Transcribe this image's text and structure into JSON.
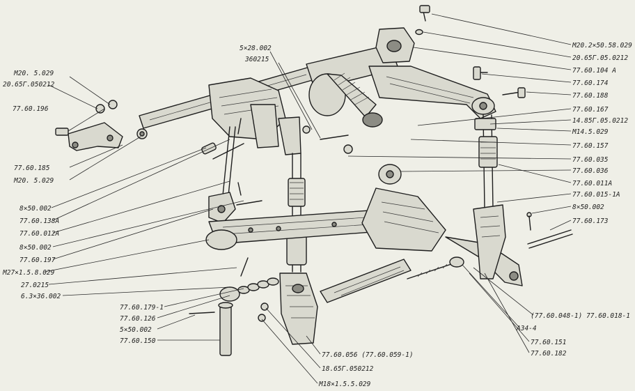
{
  "colors": {
    "background": "#efefe7",
    "ink": "#1e1e1e",
    "shade": "#8c8c84",
    "fill": "#d9d9cf"
  },
  "labels": [
    "M20.2×50.58.029",
    "20.65Г.05.0212",
    "77.60.104 A",
    "77.60.174",
    "77.60.188",
    "77.60.167",
    "14.85Г.05.0212",
    "M14.5.029",
    "77.60.157",
    "77.60.035",
    "77.60.036",
    "77.60.011A",
    "77.60.015-1A",
    "8×50.002",
    "77.60.173",
    "5×28.002",
    "360215",
    "M20. 5.029",
    "20.65Г.050212",
    "77.60.196",
    "77.60.185",
    "M20. 5.029",
    "8×50.002",
    "77.60.138A",
    "77.60.012A",
    "8×50.002",
    "77.60.197",
    "M27×1.5.8.029",
    "27.0215",
    "6.3×36.002",
    "77.60.179-1",
    "77.60.126",
    "5×50.002",
    "77.60.150",
    "(77.60.048-1) 77.60.018-1",
    "A34-4",
    "77.60.151",
    "77.60.182",
    "77.60.056 (77.60.059-1)",
    "18.65Г.050212",
    "M18×1.5.5.029"
  ]
}
